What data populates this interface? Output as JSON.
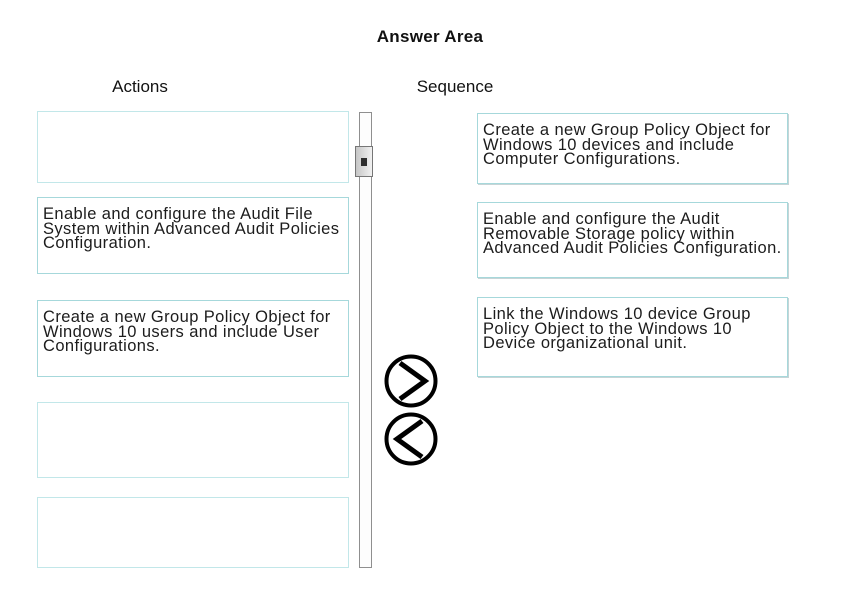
{
  "title": "Answer Area",
  "actions": {
    "header": "Actions",
    "boxes": [
      {
        "state": "empty",
        "lines": []
      },
      {
        "state": "filled",
        "lines": [
          "Enable and configure the Audit File",
          "System within Advanced Audit Policies",
          "Configuration."
        ]
      },
      {
        "state": "filled",
        "lines": [
          "Create a new Group Policy Object for",
          "Windows 10 users and include User",
          "Configurations."
        ]
      },
      {
        "state": "empty",
        "lines": []
      },
      {
        "state": "empty",
        "lines": []
      }
    ]
  },
  "sequence": {
    "header": "Sequence",
    "boxes": [
      {
        "state": "filled",
        "lines": [
          "Create a new Group Policy Object for",
          "Windows 10 devices and include",
          "Computer Configurations."
        ]
      },
      {
        "state": "filled",
        "lines": [
          "Enable and configure the Audit",
          "Removable Storage policy within",
          "Advanced Audit Policies Configuration."
        ]
      },
      {
        "state": "filled",
        "lines": [
          "Link the Windows 10 device Group",
          "Policy Object to the Windows 10",
          "Device organizational unit."
        ]
      }
    ]
  },
  "controls": {
    "move_right_icon": "chevron-right",
    "move_left_icon": "chevron-left",
    "scrollbar": {
      "orientation": "vertical",
      "thumb_position": "top"
    }
  },
  "colors": {
    "box_border": "#a6d8db",
    "empty_box_border": "#c2e7e9",
    "text": "#1c1c1c",
    "scrollbar_border": "#8f8f8f",
    "button_stroke": "#000000",
    "background": "#ffffff"
  }
}
